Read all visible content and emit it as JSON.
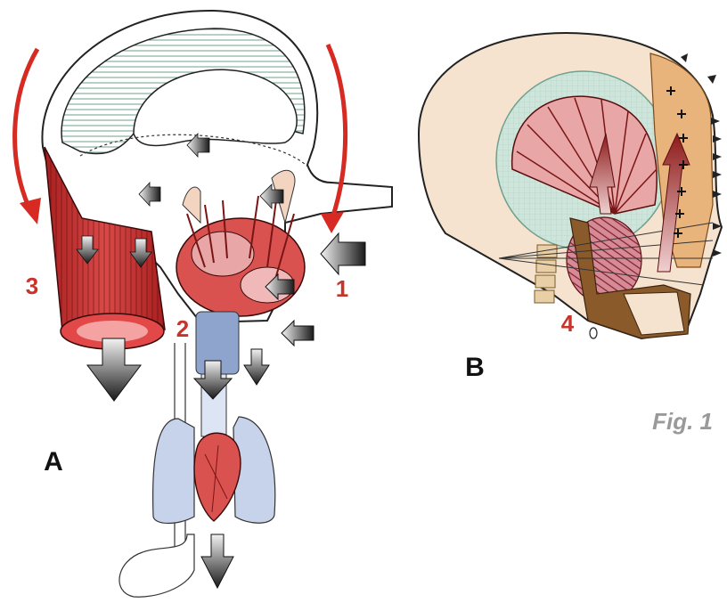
{
  "figure": {
    "caption": "Fig. 1",
    "panel_a_label": "A",
    "panel_b_label": "B",
    "markers": [
      "1",
      "2",
      "3",
      "4"
    ],
    "colors": {
      "muscle_red": "#c8332b",
      "muscle_pink": "#e8a6a6",
      "skull_fill": "#f6e3cf",
      "brain_teal": "#cfe5dc",
      "face_orange": "#e8b47c",
      "lung_blue": "#c7d3ea",
      "arrow_dark": "#222222"
    }
  }
}
